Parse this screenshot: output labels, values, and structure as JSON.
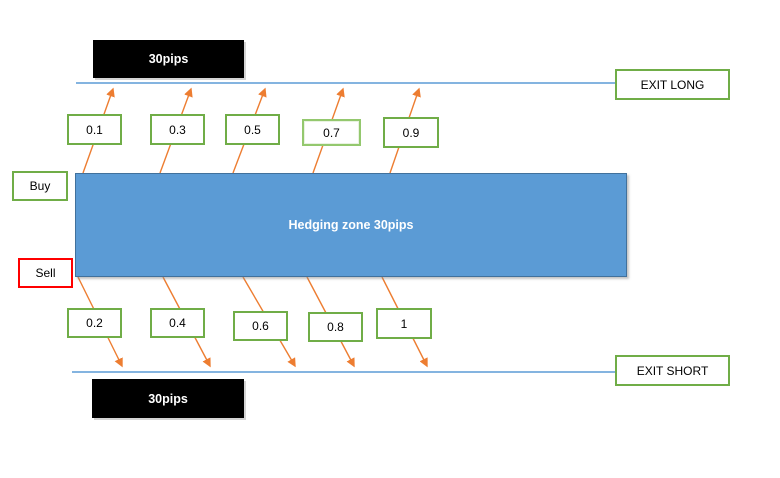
{
  "diagram": {
    "zone_label": "Hedging zone 30pips",
    "buy_label": "Buy",
    "sell_label": "Sell",
    "exit_long_label": "EXIT LONG",
    "exit_short_label": "EXIT SHORT",
    "top_pips_label": "30pips",
    "bottom_pips_label": "30pips",
    "top_levels": [
      "0.1",
      "0.3",
      "0.5",
      "0.7",
      "0.9"
    ],
    "bottom_levels": [
      "0.2",
      "0.4",
      "0.6",
      "0.8",
      "1"
    ],
    "colors": {
      "zone_fill": "#5B9BD5",
      "zone_border": "#41719C",
      "price_line_blue": "#5B9BD5",
      "arrow_orange": "#ED7D31",
      "level_border_green": "#70AD47",
      "sell_border_red": "#FF0000",
      "pips_label_bg": "#000000",
      "pips_label_text": "#FFFFFF"
    }
  }
}
